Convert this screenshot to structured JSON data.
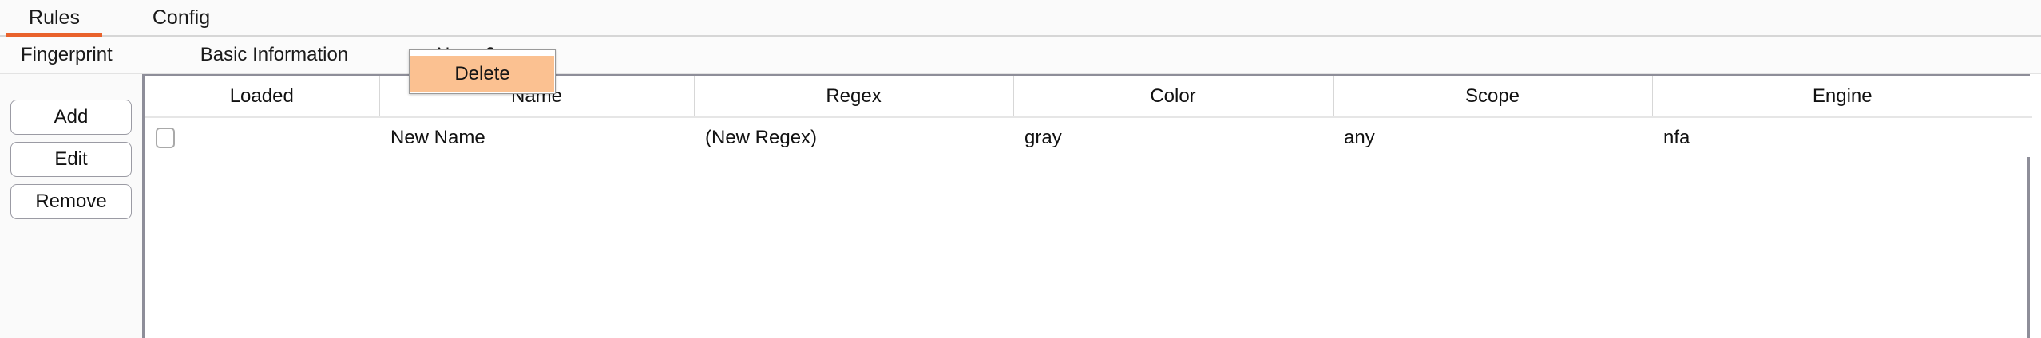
{
  "theme": {
    "accent_orange": "#e9622c",
    "popup_fill": "#fbc191",
    "panel_bg": "#fafafa",
    "table_border": "#8e8e99"
  },
  "primary_tabs": [
    {
      "label": "Rules",
      "active": true
    },
    {
      "label": "Config",
      "active": false
    }
  ],
  "secondary_tabs": [
    {
      "label": "Fingerprint",
      "active": false
    },
    {
      "label": "Basic Information",
      "active": false
    },
    {
      "label": "New: 0",
      "active": true
    }
  ],
  "context_menu": {
    "items": [
      {
        "label": "Delete",
        "highlighted": true
      }
    ]
  },
  "action_buttons": [
    {
      "label": "Add"
    },
    {
      "label": "Edit"
    },
    {
      "label": "Remove"
    }
  ],
  "table": {
    "columns": [
      {
        "key": "loaded",
        "label": "Loaded"
      },
      {
        "key": "name",
        "label": "Name"
      },
      {
        "key": "regex",
        "label": "Regex"
      },
      {
        "key": "color",
        "label": "Color"
      },
      {
        "key": "scope",
        "label": "Scope"
      },
      {
        "key": "engine",
        "label": "Engine"
      }
    ],
    "rows": [
      {
        "loaded": false,
        "name": "New Name",
        "regex": "(New Regex)",
        "color": "gray",
        "scope": "any",
        "engine": "nfa"
      }
    ]
  }
}
